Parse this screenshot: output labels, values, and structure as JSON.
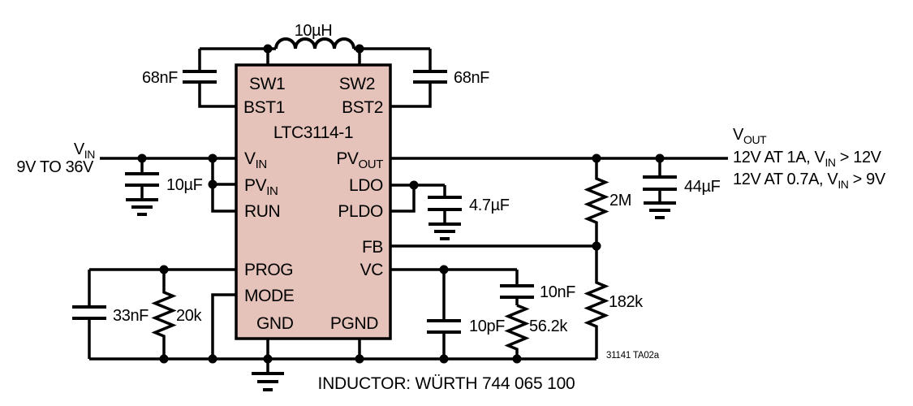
{
  "ic": {
    "part_number": "LTC3114-1",
    "fill": "#e5c3ba",
    "pins": {
      "sw1": "SW1",
      "bst1": "BST1",
      "vin_main": "V",
      "vin_sub": "IN",
      "pvin_main": "PV",
      "pvin_sub": "IN",
      "run": "RUN",
      "prog": "PROG",
      "mode": "MODE",
      "gnd": "GND",
      "sw2": "SW2",
      "bst2": "BST2",
      "pvout_main": "PV",
      "pvout_sub": "OUT",
      "ldo": "LDO",
      "pldo": "PLDO",
      "fb": "FB",
      "vc": "VC",
      "pgnd": "PGND"
    }
  },
  "components": {
    "inductor_value": "10µH",
    "bst1_cap": "68nF",
    "bst2_cap": "68nF",
    "input_cap": "10µF",
    "ldo_cap": "4.7µF",
    "output_cap": "44µF",
    "fb_top_resistor": "2M",
    "fb_bottom_resistor": "182k",
    "prog_cap": "33nF",
    "prog_resistor": "20k",
    "vc_filter_cap": "10pF",
    "vc_series_cap": "10nF",
    "vc_series_resistor": "56.2k"
  },
  "input": {
    "name_main": "V",
    "name_sub": "IN",
    "range": "9V TO 36V"
  },
  "output": {
    "name_main": "V",
    "name_sub": "OUT",
    "spec1_pre": "12V AT 1A, V",
    "spec1_sub": "IN",
    "spec1_post": " > 12V",
    "spec2_pre": "12V AT 0.7A, V",
    "spec2_sub": "IN",
    "spec2_post": " > 9V"
  },
  "footnotes": {
    "inductor_note": "INDUCTOR: WÜRTH 744 065 100",
    "figure_id": "31141 TA02a"
  },
  "colors": {
    "wire": "#000000",
    "background": "#ffffff",
    "ic_fill": "#e5c3ba",
    "ic_border": "#000000"
  }
}
